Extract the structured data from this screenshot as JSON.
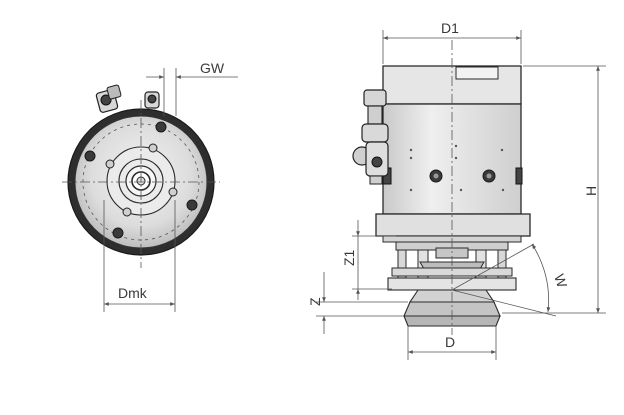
{
  "dimensions": {
    "gw": "GW",
    "dmk": "Dmk",
    "d1": "D1",
    "h": "H",
    "z1": "Z1",
    "w": "W",
    "z": "Z",
    "d": "D"
  }
}
